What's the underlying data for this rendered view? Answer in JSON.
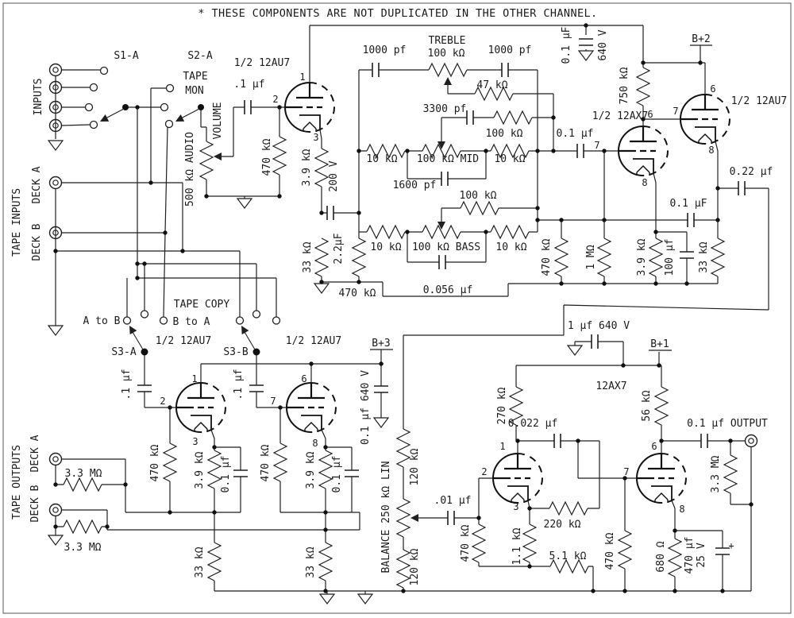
{
  "note": "* THESE COMPONENTS ARE NOT DUPLICATED IN THE OTHER CHANNEL.",
  "values": {
    "r_470k": "470 kΩ",
    "r_39k": "3.9 kΩ",
    "r_33k": "33 kΩ",
    "r_10k": "10 kΩ",
    "r_100k": "100 kΩ",
    "r_47k": "47 kΩ",
    "r_750k": "750 kΩ",
    "r_1m": "1 MΩ",
    "r_33m": "3.3 MΩ",
    "r_120k": "120 kΩ",
    "r_270k": "270 kΩ",
    "r_56k": "56 kΩ",
    "r_220k": "220 kΩ",
    "r_11k": "1.1 kΩ",
    "r_51k": "5.1 kΩ",
    "r_680": "680 Ω",
    "c_1000pf": "1000 pf",
    "c_3300pf": "3300 pf",
    "c_1600pf": "1600 pf",
    "c_056uf": "0.056 µf",
    "c_01uF": "0.1 µF",
    "c_01uf": "0.1 µf",
    "c_p1uf": ".1 µf",
    "c_22uf": "2.2µF",
    "c_022uf": "0.022 µf",
    "c_p01uf": ".01 µf",
    "c_022": "0.22 µf",
    "c_100uf": "100 µf",
    "c_470uf": "470 µf",
    "c_1uf640": "1 µf 640 V",
    "c_01uf640": "0.1 µf 640 V",
    "v_640": "640 V",
    "v_200": "200 V",
    "v_25": "25 V",
    "plus": "+"
  },
  "pots": {
    "treble": "TREBLE",
    "treble_val": "100 kΩ",
    "mid": "100 kΩ MID",
    "bass": "100 kΩ BASS",
    "volume": "VOLUME",
    "volume_val": "500 kΩ AUDIO",
    "balance": "BALANCE 250 kΩ LIN"
  },
  "tubes": {
    "half_12au7": "1/2 12AU7",
    "half_12ax7": "1/2 12AX7",
    "t12ax7": "12AX7"
  },
  "rails": {
    "b1": "B+1",
    "b2": "B+2",
    "b3": "B+3"
  },
  "switches": {
    "s1a": "S1-A",
    "s2a": "S2-A",
    "s3a": "S3-A",
    "s3b": "S3-B",
    "tape": "TAPE",
    "mon": "MON",
    "tape_copy": "TAPE COPY",
    "a_to_b": "A to B",
    "b_to_a": "B to A"
  },
  "io": {
    "inputs": "INPUTS",
    "tape_inputs": "TAPE INPUTS",
    "tape_outputs": "TAPE OUTPUTS",
    "deck_a": "DECK A",
    "deck_b": "DECK B",
    "output": "0.1 µf OUTPUT"
  },
  "pins": {
    "p1": "1",
    "p2": "2",
    "p3": "3",
    "p6": "6",
    "p7": "7",
    "p8": "8"
  }
}
